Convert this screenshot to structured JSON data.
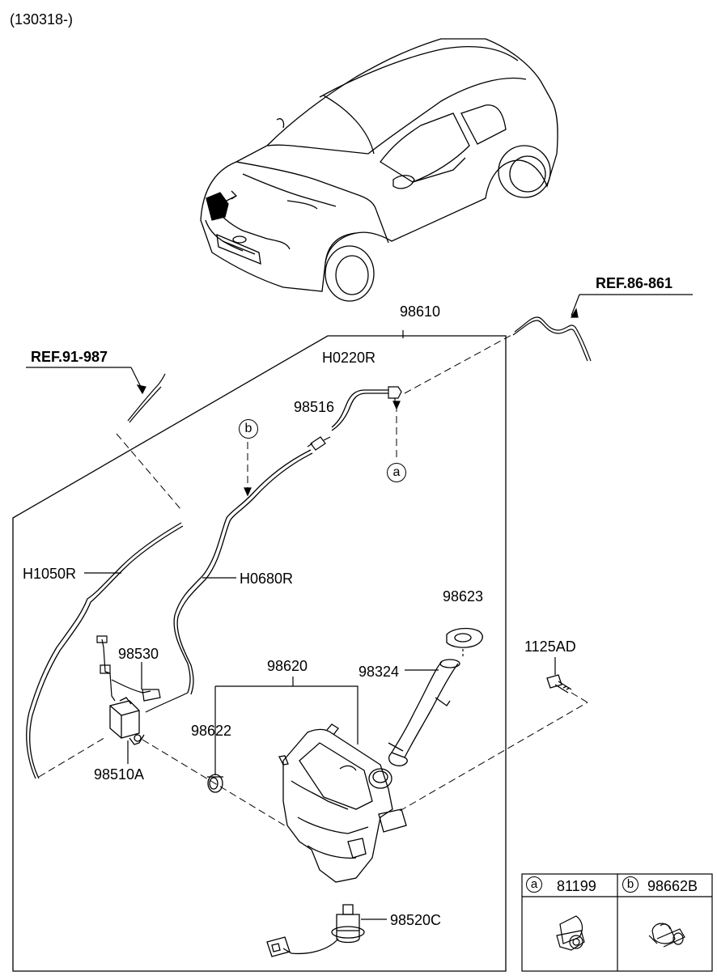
{
  "header": {
    "date_code": "(130318-)"
  },
  "refs": {
    "ref_left": "REF.91-987",
    "ref_right": "REF.86-861"
  },
  "parts": {
    "p98610": "98610",
    "h0220r": "H0220R",
    "p98516": "98516",
    "h1050r": "H1050R",
    "h0680r": "H0680R",
    "p98623": "98623",
    "p98530": "98530",
    "p98620": "98620",
    "p98324": "98324",
    "p1125ad": "1125AD",
    "p98622": "98622",
    "p98510a": "98510A",
    "p98520c": "98520C"
  },
  "callouts": {
    "a": "a",
    "b": "b"
  },
  "legend": [
    {
      "letter": "a",
      "part": "81199"
    },
    {
      "letter": "b",
      "part": "98662B"
    }
  ]
}
